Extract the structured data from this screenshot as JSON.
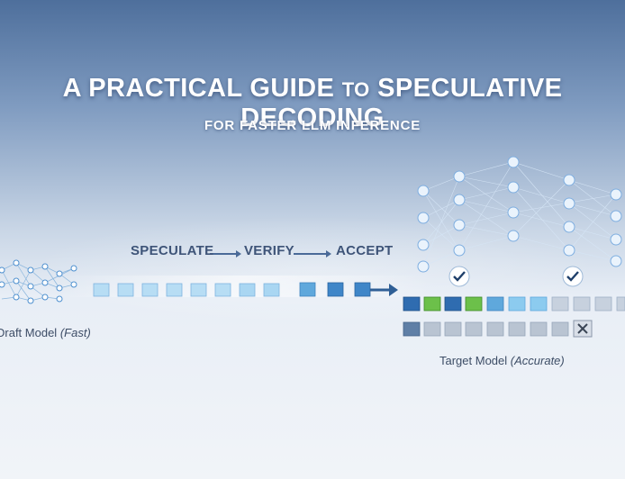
{
  "title": {
    "part1": "A PRACTICAL GUIDE",
    "part2": "TO",
    "part3": "SPECULATIVE DECODING"
  },
  "subtitle": "FOR FASTER LLM INFERENCE",
  "flow": {
    "step1": "SPECULATE",
    "step2": "VERIFY",
    "step3": "ACCEPT"
  },
  "draft_model": {
    "name": "Draft Model",
    "qualifier": "(Fast)"
  },
  "target_model": {
    "name": "Target Model",
    "qualifier": "(Accurate)"
  },
  "colors": {
    "token_light": "#a9d6f2",
    "token_mid": "#5fa8dc",
    "token_dark": "#2f6cb0",
    "token_green": "#6cc04a",
    "token_gray": "#b9c4d2",
    "check_badge": "#ffffff",
    "reject_box": "#d9dfe8"
  },
  "icons": [
    "check-icon",
    "check-icon",
    "x-icon",
    "arrow-right-icon"
  ]
}
